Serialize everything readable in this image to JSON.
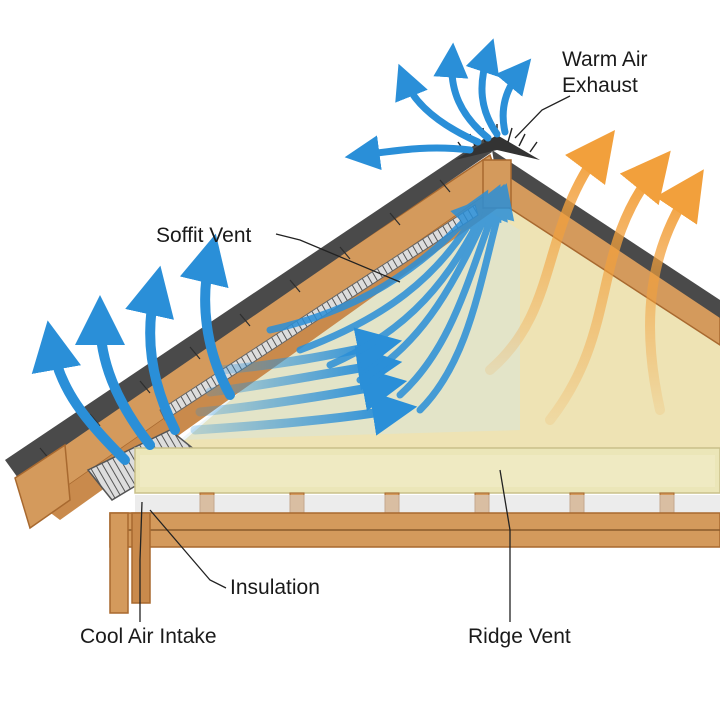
{
  "labels": {
    "warm_air_exhaust_line1": "Warm Air",
    "warm_air_exhaust_line2": "Exhaust",
    "soffit_vent": "Soffit Vent",
    "insulation": "Insulation",
    "cool_air_intake": "Cool Air Intake",
    "ridge_vent": "Ridge Vent"
  },
  "colors": {
    "attic_fill": "#eee3b4",
    "wood": "#d49a5c",
    "wood_dark": "#a8692f",
    "shingles": "#4a4a4a",
    "insulation": "#ebe6b8",
    "cool_air": "#2a8fd8",
    "warm_air": "#f2a03c"
  }
}
